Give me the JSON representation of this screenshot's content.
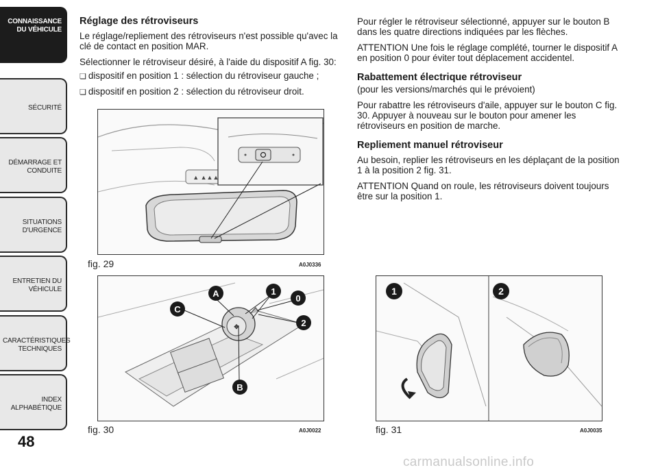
{
  "sidebar": {
    "tabs": [
      {
        "line1": "CONNAISSANCE",
        "line2": "DU VÉHICULE",
        "active": true
      },
      {
        "line1": "SÉCURITÉ",
        "line2": "",
        "active": false
      },
      {
        "line1": "DÉMARRAGE ET",
        "line2": "CONDUITE",
        "active": false
      },
      {
        "line1": "SITUATIONS",
        "line2": "D'URGENCE",
        "active": false
      },
      {
        "line1": "ENTRETIEN DU",
        "line2": "VÉHICULE",
        "active": false
      },
      {
        "line1": "CARACTÉRISTIQUES",
        "line2": "TECHNIQUES",
        "active": false
      },
      {
        "line1": "INDEX",
        "line2": "ALPHABÉTIQUE",
        "active": false
      }
    ],
    "page_number": "48"
  },
  "left_column": {
    "heading": "Réglage des rétroviseurs",
    "p1": "Le réglage/repliement des rétroviseurs n'est possible qu'avec la clé de contact en position MAR.",
    "p2": "Sélectionner le rétroviseur désiré, à l'aide du dispositif A fig. 30:",
    "bullet1": "dispositif en position 1 : sélection du rétroviseur gauche ;",
    "bullet2": "dispositif en position 2 : sélection du rétroviseur droit."
  },
  "right_column": {
    "p1": "Pour régler le rétroviseur sélectionné, appuyer sur le bouton B dans les quatre directions indiquées par les flèches.",
    "p2": "ATTENTION Une fois le réglage complété, tourner le dispositif A en position 0 pour éviter tout déplacement accidentel.",
    "h2": "Rabattement électrique rétroviseur",
    "p3": "(pour les versions/marchés qui le prévoient)",
    "p4": "Pour rabattre les rétroviseurs d'aile, appuyer sur le bouton C fig. 30. Appuyer à nouveau sur le bouton pour amener les rétroviseurs en position de marche.",
    "h3": "Repliement manuel rétroviseur",
    "p5": "Au besoin, replier les rétroviseurs en les déplaçant de la position 1 à la position 2 fig. 31.",
    "p6": "ATTENTION Quand on roule, les rétroviseurs doivent toujours être sur la position 1."
  },
  "figures": {
    "fig29": {
      "caption": "fig. 29",
      "code": "A0J0336"
    },
    "fig30": {
      "caption": "fig. 30",
      "code": "A0J0022",
      "labels": {
        "a": "A",
        "one": "1",
        "zero": "0",
        "two": "2",
        "c": "C",
        "b": "B"
      }
    },
    "fig31": {
      "caption": "fig. 31",
      "code": "A0J0035",
      "labels": {
        "one": "1",
        "two": "2"
      }
    }
  },
  "watermark": "carmanualsonline.info"
}
